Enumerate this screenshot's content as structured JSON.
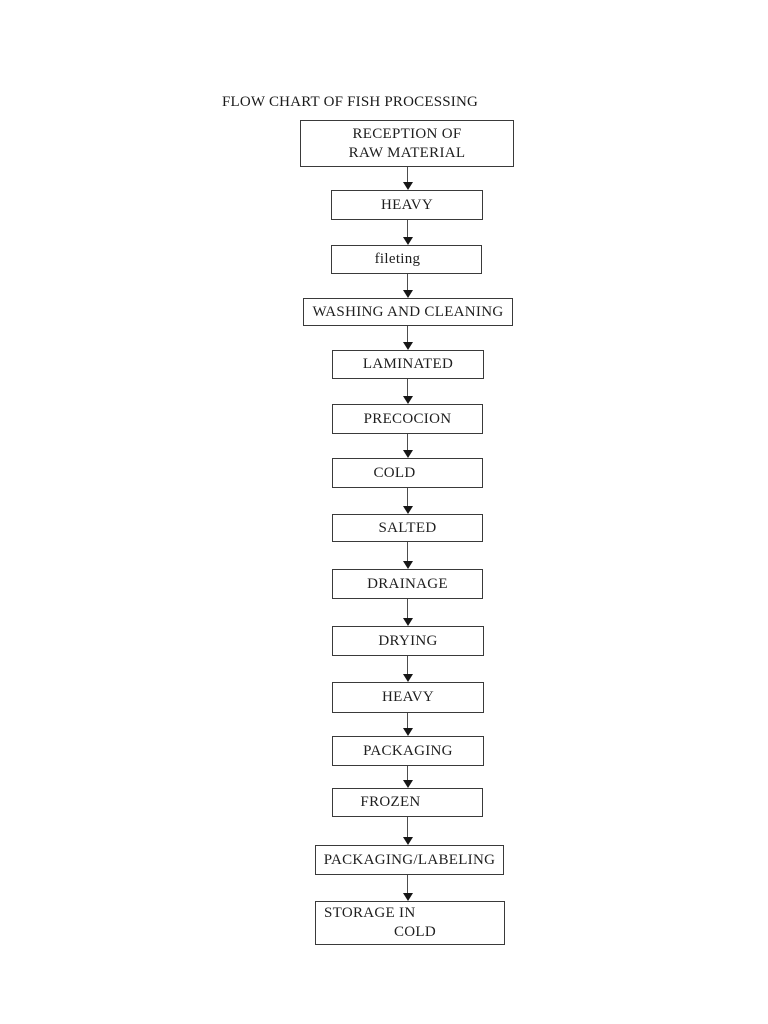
{
  "document": {
    "title": "FLOW CHART OF FISH PROCESSING"
  },
  "flowchart": {
    "type": "vertical-flow",
    "colors": {
      "page_background": "#ffffff",
      "box_border": "#3a3a3a",
      "text": "#1e1e1e",
      "connector_line": "#4d4d4d",
      "arrow_head": "#161616"
    },
    "steps": [
      {
        "id": "reception-of-raw-material",
        "lines": [
          "RECEPTION OF",
          "RAW MATERIAL"
        ]
      },
      {
        "id": "heavy-1",
        "lines": [
          "HEAVY"
        ]
      },
      {
        "id": "fileting",
        "lines": [
          "fileting"
        ]
      },
      {
        "id": "washing-and-cleaning",
        "lines": [
          "WASHING AND CLEANING"
        ]
      },
      {
        "id": "laminated",
        "lines": [
          "LAMINATED"
        ]
      },
      {
        "id": "precocion",
        "lines": [
          "PRECOCION"
        ]
      },
      {
        "id": "cold",
        "lines": [
          "COLD"
        ]
      },
      {
        "id": "salted",
        "lines": [
          "SALTED"
        ]
      },
      {
        "id": "drainage",
        "lines": [
          "DRAINAGE"
        ]
      },
      {
        "id": "drying",
        "lines": [
          "DRYING"
        ]
      },
      {
        "id": "heavy-2",
        "lines": [
          "HEAVY"
        ]
      },
      {
        "id": "packaging",
        "lines": [
          "PACKAGING"
        ]
      },
      {
        "id": "frozen",
        "lines": [
          "FROZEN"
        ]
      },
      {
        "id": "packaging-labeling",
        "lines": [
          "PACKAGING/LABELING"
        ]
      },
      {
        "id": "storage-in-cold",
        "lines": [
          "STORAGE IN",
          "COLD"
        ]
      }
    ]
  }
}
